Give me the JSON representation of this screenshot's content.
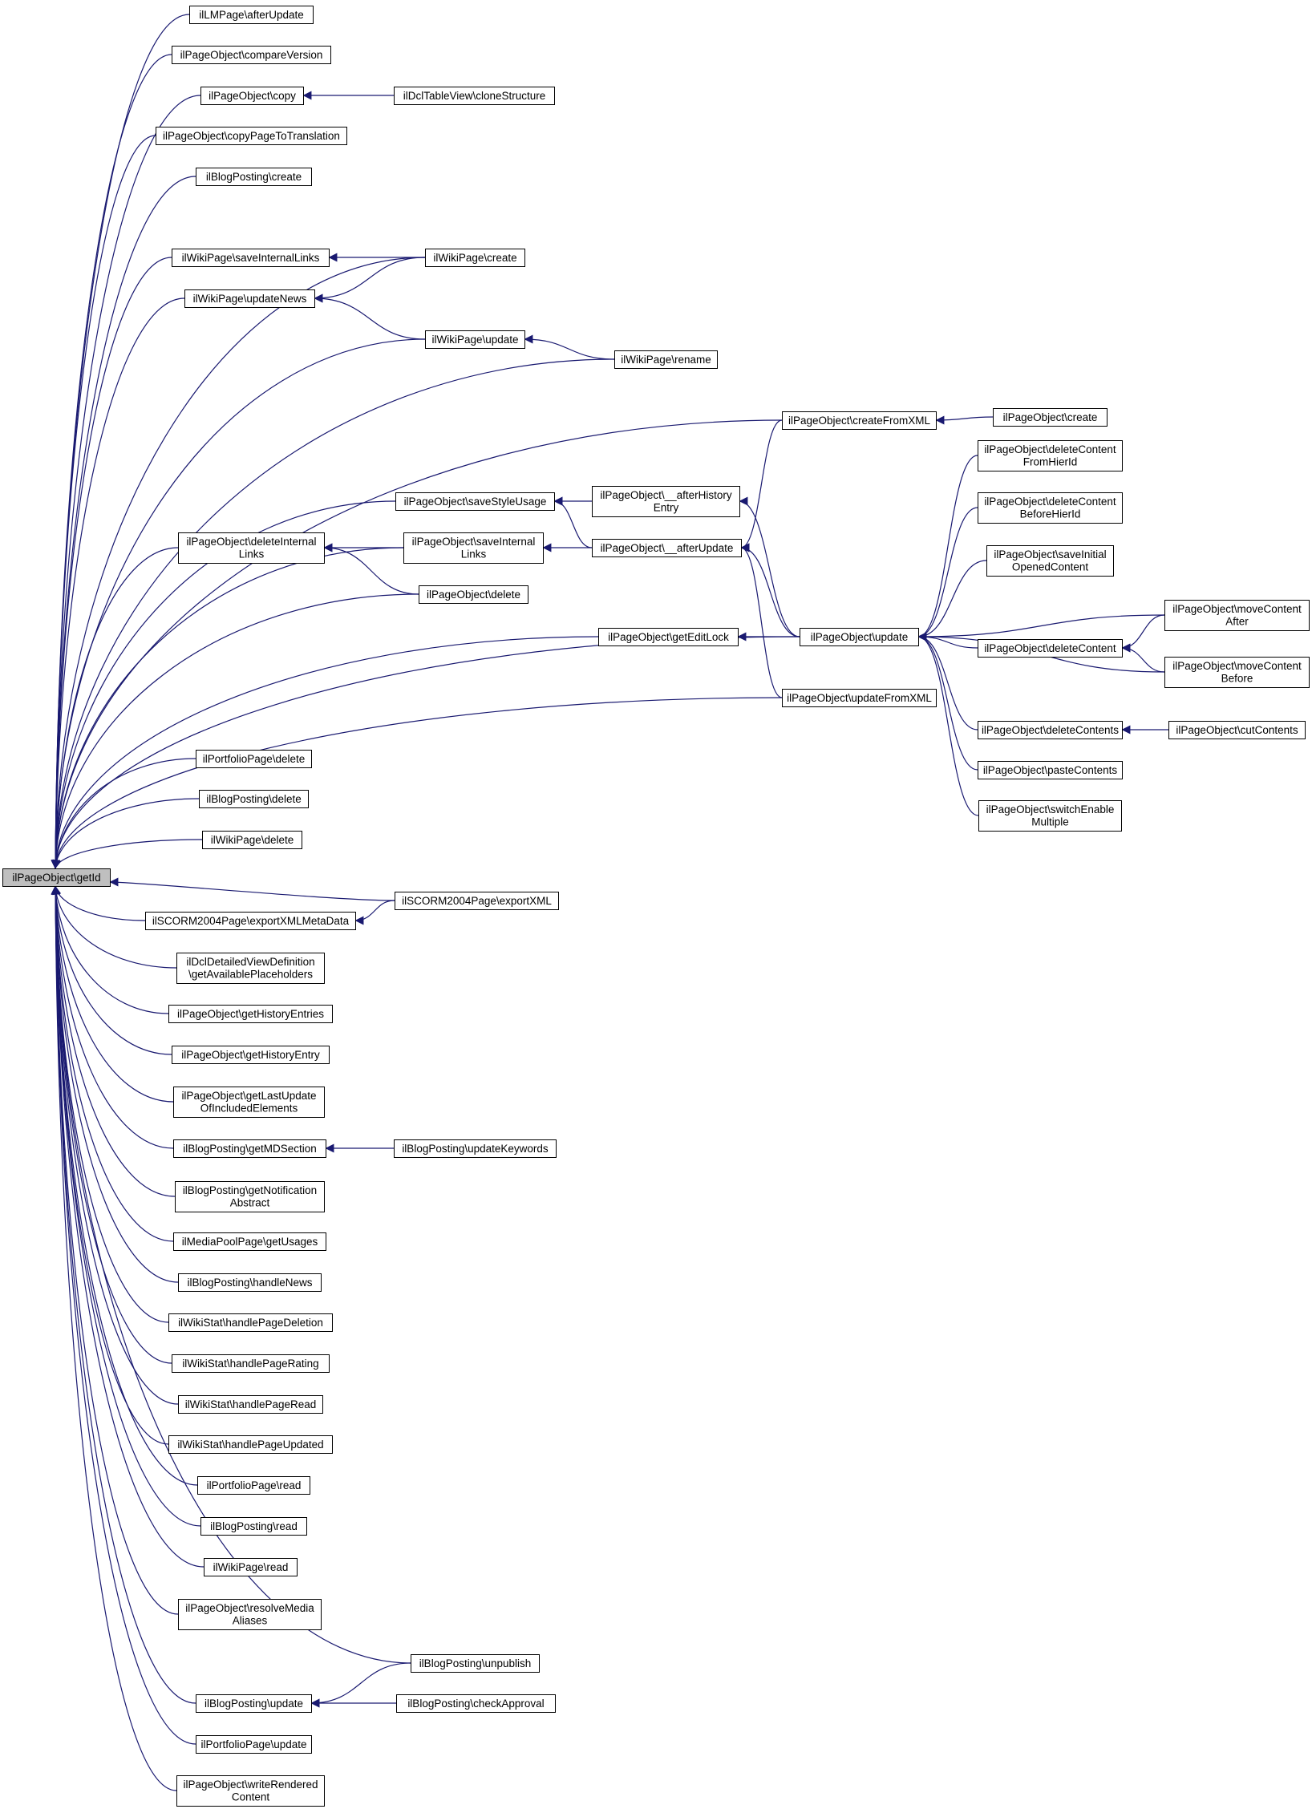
{
  "colors": {
    "edge": "#191970",
    "node_border": "#000000",
    "node_fill": "#ffffff",
    "focus_fill": "#bfbfbf",
    "text": "#000000"
  },
  "nodes": [
    {
      "id": "getId",
      "lines": [
        "ilPageObject\\getId"
      ],
      "focus": true
    },
    {
      "id": "lm_afterUpdate",
      "lines": [
        "ilLMPage\\afterUpdate"
      ]
    },
    {
      "id": "po_compareVersion",
      "lines": [
        "ilPageObject\\compareVersion"
      ]
    },
    {
      "id": "po_copy",
      "lines": [
        "ilPageObject\\copy"
      ]
    },
    {
      "id": "dcl_cloneStructure",
      "lines": [
        "ilDclTableView\\cloneStructure"
      ]
    },
    {
      "id": "po_copyPageToTranslation",
      "lines": [
        "ilPageObject\\copyPageToTranslation"
      ]
    },
    {
      "id": "blog_create",
      "lines": [
        "ilBlogPosting\\create"
      ]
    },
    {
      "id": "wiki_saveInternalLinks",
      "lines": [
        "ilWikiPage\\saveInternalLinks"
      ]
    },
    {
      "id": "wiki_create",
      "lines": [
        "ilWikiPage\\create"
      ]
    },
    {
      "id": "wiki_updateNews",
      "lines": [
        "ilWikiPage\\updateNews"
      ]
    },
    {
      "id": "wiki_update",
      "lines": [
        "ilWikiPage\\update"
      ]
    },
    {
      "id": "wiki_rename",
      "lines": [
        "ilWikiPage\\rename"
      ]
    },
    {
      "id": "po_createFromXML",
      "lines": [
        "ilPageObject\\createFromXML"
      ]
    },
    {
      "id": "po_create",
      "lines": [
        "ilPageObject\\create"
      ]
    },
    {
      "id": "po_deleteContentFromHierId",
      "lines": [
        "ilPageObject\\deleteContent",
        "FromHierId"
      ]
    },
    {
      "id": "po_saveStyleUsage",
      "lines": [
        "ilPageObject\\saveStyleUsage"
      ]
    },
    {
      "id": "po_afterHistoryEntry",
      "lines": [
        "ilPageObject\\__afterHistory",
        "Entry"
      ]
    },
    {
      "id": "po_deleteContentBeforeHierId",
      "lines": [
        "ilPageObject\\deleteContent",
        "BeforeHierId"
      ]
    },
    {
      "id": "po_deleteInternalLinks",
      "lines": [
        "ilPageObject\\deleteInternal",
        "Links"
      ]
    },
    {
      "id": "po_saveInternalLinks",
      "lines": [
        "ilPageObject\\saveInternal",
        "Links"
      ]
    },
    {
      "id": "po_afterUpdate",
      "lines": [
        "ilPageObject\\__afterUpdate"
      ]
    },
    {
      "id": "po_saveInitialOpenedContent",
      "lines": [
        "ilPageObject\\saveInitial",
        "OpenedContent"
      ]
    },
    {
      "id": "po_delete",
      "lines": [
        "ilPageObject\\delete"
      ]
    },
    {
      "id": "po_moveContentAfter",
      "lines": [
        "ilPageObject\\moveContent",
        "After"
      ]
    },
    {
      "id": "po_getEditLock",
      "lines": [
        "ilPageObject\\getEditLock"
      ]
    },
    {
      "id": "po_update",
      "lines": [
        "ilPageObject\\update"
      ]
    },
    {
      "id": "po_deleteContent",
      "lines": [
        "ilPageObject\\deleteContent"
      ]
    },
    {
      "id": "po_moveContentBefore",
      "lines": [
        "ilPageObject\\moveContent",
        "Before"
      ]
    },
    {
      "id": "po_updateFromXML",
      "lines": [
        "ilPageObject\\updateFromXML"
      ]
    },
    {
      "id": "po_deleteContents",
      "lines": [
        "ilPageObject\\deleteContents"
      ]
    },
    {
      "id": "po_cutContents",
      "lines": [
        "ilPageObject\\cutContents"
      ]
    },
    {
      "id": "portfolio_delete",
      "lines": [
        "ilPortfolioPage\\delete"
      ]
    },
    {
      "id": "po_pasteContents",
      "lines": [
        "ilPageObject\\pasteContents"
      ]
    },
    {
      "id": "blog_delete",
      "lines": [
        "ilBlogPosting\\delete"
      ]
    },
    {
      "id": "po_switchEnableMultiple",
      "lines": [
        "ilPageObject\\switchEnable",
        "Multiple"
      ]
    },
    {
      "id": "wiki_delete",
      "lines": [
        "ilWikiPage\\delete"
      ]
    },
    {
      "id": "scorm_exportXML",
      "lines": [
        "ilSCORM2004Page\\exportXML"
      ]
    },
    {
      "id": "scorm_exportXMLMetaData",
      "lines": [
        "ilSCORM2004Page\\exportXMLMetaData"
      ]
    },
    {
      "id": "dcl_getAvailablePlaceholders",
      "lines": [
        "ilDclDetailedViewDefinition",
        "\\getAvailablePlaceholders"
      ]
    },
    {
      "id": "po_getHistoryEntries",
      "lines": [
        "ilPageObject\\getHistoryEntries"
      ]
    },
    {
      "id": "po_getHistoryEntry",
      "lines": [
        "ilPageObject\\getHistoryEntry"
      ]
    },
    {
      "id": "po_getLastUpdateOfIncludedElements",
      "lines": [
        "ilPageObject\\getLastUpdate",
        "OfIncludedElements"
      ]
    },
    {
      "id": "blog_getMDSection",
      "lines": [
        "ilBlogPosting\\getMDSection"
      ]
    },
    {
      "id": "blog_updateKeywords",
      "lines": [
        "ilBlogPosting\\updateKeywords"
      ]
    },
    {
      "id": "blog_getNotificationAbstract",
      "lines": [
        "ilBlogPosting\\getNotification",
        "Abstract"
      ]
    },
    {
      "id": "mp_getUsages",
      "lines": [
        "ilMediaPoolPage\\getUsages"
      ]
    },
    {
      "id": "blog_handleNews",
      "lines": [
        "ilBlogPosting\\handleNews"
      ]
    },
    {
      "id": "ws_handlePageDeletion",
      "lines": [
        "ilWikiStat\\handlePageDeletion"
      ]
    },
    {
      "id": "ws_handlePageRating",
      "lines": [
        "ilWikiStat\\handlePageRating"
      ]
    },
    {
      "id": "ws_handlePageRead",
      "lines": [
        "ilWikiStat\\handlePageRead"
      ]
    },
    {
      "id": "ws_handlePageUpdated",
      "lines": [
        "ilWikiStat\\handlePageUpdated"
      ]
    },
    {
      "id": "portfolio_read",
      "lines": [
        "ilPortfolioPage\\read"
      ]
    },
    {
      "id": "blog_read",
      "lines": [
        "ilBlogPosting\\read"
      ]
    },
    {
      "id": "wiki_read",
      "lines": [
        "ilWikiPage\\read"
      ]
    },
    {
      "id": "po_resolveMediaAliases",
      "lines": [
        "ilPageObject\\resolveMedia",
        "Aliases"
      ]
    },
    {
      "id": "blog_unpublish",
      "lines": [
        "ilBlogPosting\\unpublish"
      ]
    },
    {
      "id": "blog_update",
      "lines": [
        "ilBlogPosting\\update"
      ]
    },
    {
      "id": "blog_checkApproval",
      "lines": [
        "ilBlogPosting\\checkApproval"
      ]
    },
    {
      "id": "portfolio_update",
      "lines": [
        "ilPortfolioPage\\update"
      ]
    },
    {
      "id": "po_writeRenderedContent",
      "lines": [
        "ilPageObject\\writeRendered",
        "Content"
      ]
    }
  ],
  "edges": [
    [
      "lm_afterUpdate",
      "getId"
    ],
    [
      "po_compareVersion",
      "getId"
    ],
    [
      "po_copy",
      "getId"
    ],
    [
      "po_copyPageToTranslation",
      "getId"
    ],
    [
      "blog_create",
      "getId"
    ],
    [
      "wiki_create",
      "getId"
    ],
    [
      "wiki_saveInternalLinks",
      "getId"
    ],
    [
      "wiki_updateNews",
      "getId"
    ],
    [
      "wiki_update",
      "getId"
    ],
    [
      "wiki_rename",
      "getId"
    ],
    [
      "po_createFromXML",
      "getId"
    ],
    [
      "po_saveStyleUsage",
      "getId"
    ],
    [
      "po_saveInternalLinks",
      "getId"
    ],
    [
      "po_deleteInternalLinks",
      "getId"
    ],
    [
      "po_delete",
      "getId"
    ],
    [
      "po_getEditLock",
      "getId"
    ],
    [
      "po_update",
      "getId"
    ],
    [
      "po_updateFromXML",
      "getId"
    ],
    [
      "portfolio_delete",
      "getId"
    ],
    [
      "blog_delete",
      "getId"
    ],
    [
      "wiki_delete",
      "getId"
    ],
    [
      "scorm_exportXML",
      "getId"
    ],
    [
      "scorm_exportXMLMetaData",
      "getId"
    ],
    [
      "dcl_getAvailablePlaceholders",
      "getId"
    ],
    [
      "po_getHistoryEntries",
      "getId"
    ],
    [
      "po_getHistoryEntry",
      "getId"
    ],
    [
      "po_getLastUpdateOfIncludedElements",
      "getId"
    ],
    [
      "blog_getMDSection",
      "getId"
    ],
    [
      "blog_getNotificationAbstract",
      "getId"
    ],
    [
      "mp_getUsages",
      "getId"
    ],
    [
      "blog_handleNews",
      "getId"
    ],
    [
      "ws_handlePageDeletion",
      "getId"
    ],
    [
      "ws_handlePageRating",
      "getId"
    ],
    [
      "ws_handlePageRead",
      "getId"
    ],
    [
      "ws_handlePageUpdated",
      "getId"
    ],
    [
      "portfolio_read",
      "getId"
    ],
    [
      "blog_read",
      "getId"
    ],
    [
      "wiki_read",
      "getId"
    ],
    [
      "po_resolveMediaAliases",
      "getId"
    ],
    [
      "blog_unpublish",
      "getId"
    ],
    [
      "blog_update",
      "getId"
    ],
    [
      "portfolio_update",
      "getId"
    ],
    [
      "po_writeRenderedContent",
      "getId"
    ],
    [
      "dcl_cloneStructure",
      "po_copy"
    ],
    [
      "wiki_create",
      "wiki_saveInternalLinks"
    ],
    [
      "wiki_create",
      "wiki_updateNews"
    ],
    [
      "wiki_update",
      "wiki_updateNews"
    ],
    [
      "wiki_rename",
      "wiki_update"
    ],
    [
      "po_create",
      "po_createFromXML"
    ],
    [
      "po_afterHistoryEntry",
      "po_saveStyleUsage"
    ],
    [
      "po_afterUpdate",
      "po_saveStyleUsage"
    ],
    [
      "po_afterUpdate",
      "po_saveInternalLinks"
    ],
    [
      "po_saveInternalLinks",
      "po_deleteInternalLinks"
    ],
    [
      "po_delete",
      "po_deleteInternalLinks"
    ],
    [
      "po_update",
      "po_afterHistoryEntry"
    ],
    [
      "po_createFromXML",
      "po_afterUpdate"
    ],
    [
      "po_update",
      "po_afterUpdate"
    ],
    [
      "po_updateFromXML",
      "po_afterUpdate"
    ],
    [
      "po_update",
      "po_getEditLock"
    ],
    [
      "po_deleteContentFromHierId",
      "po_update"
    ],
    [
      "po_deleteContentBeforeHierId",
      "po_update"
    ],
    [
      "po_saveInitialOpenedContent",
      "po_update"
    ],
    [
      "po_moveContentAfter",
      "po_update"
    ],
    [
      "po_deleteContent",
      "po_update"
    ],
    [
      "po_moveContentBefore",
      "po_update"
    ],
    [
      "po_deleteContents",
      "po_update"
    ],
    [
      "po_pasteContents",
      "po_update"
    ],
    [
      "po_switchEnableMultiple",
      "po_update"
    ],
    [
      "po_moveContentAfter",
      "po_deleteContent"
    ],
    [
      "po_moveContentBefore",
      "po_deleteContent"
    ],
    [
      "po_cutContents",
      "po_deleteContents"
    ],
    [
      "scorm_exportXML",
      "scorm_exportXMLMetaData"
    ],
    [
      "blog_updateKeywords",
      "blog_getMDSection"
    ],
    [
      "blog_unpublish",
      "blog_update"
    ],
    [
      "blog_checkApproval",
      "blog_update"
    ]
  ]
}
